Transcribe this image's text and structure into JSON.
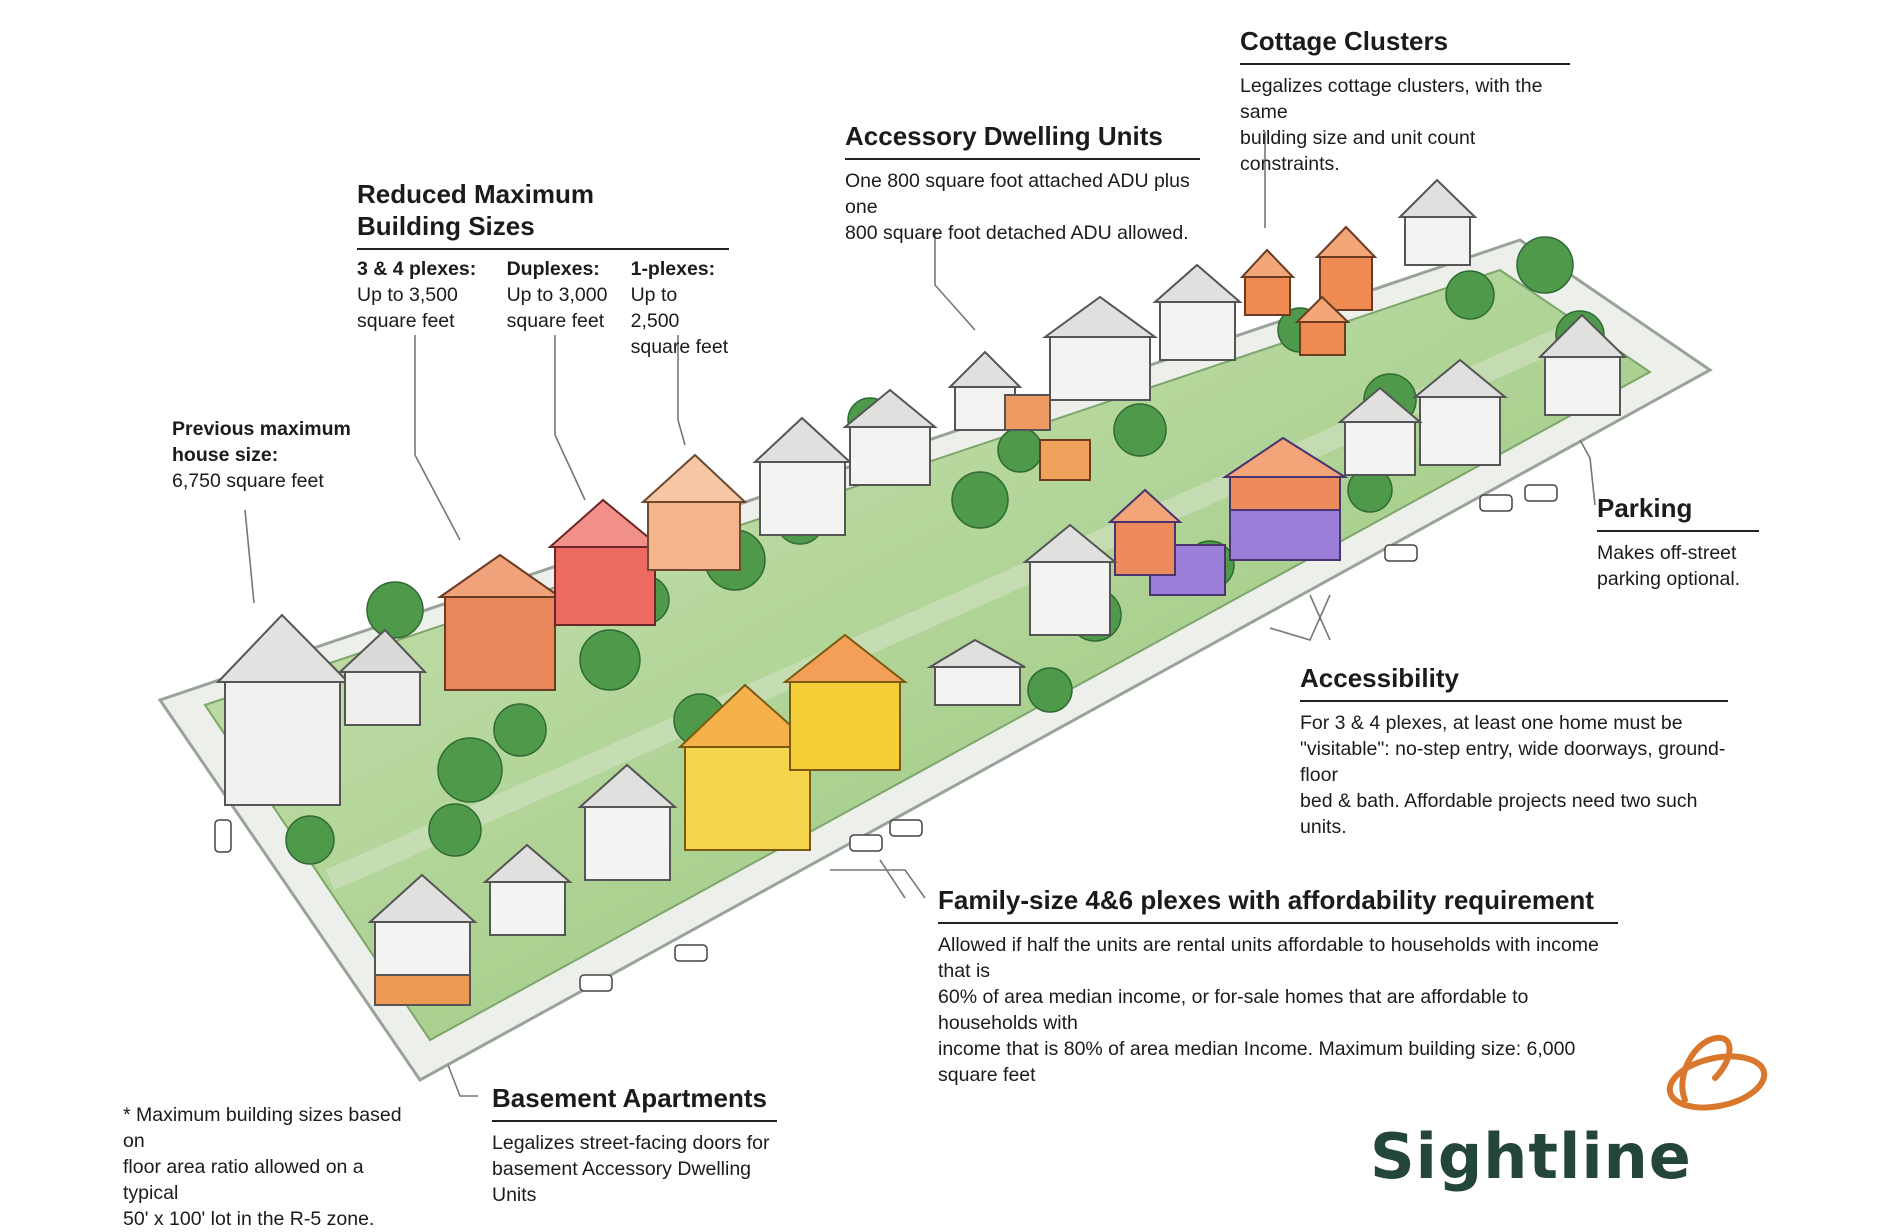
{
  "colors": {
    "accent_orange": "#d9782d",
    "logo_green": "#24453a",
    "grass": "#9cc783",
    "street": "#e9ece7",
    "tree": "#4f9a4a"
  },
  "labels": {
    "cottage": {
      "title": "Cottage Clusters",
      "lines": [
        "Legalizes cottage clusters, with the same",
        "building size and unit count constraints."
      ]
    },
    "adu": {
      "title": "Accessory Dwelling Units",
      "lines": [
        "One 800 square foot attached ADU plus one",
        "800 square foot detached ADU allowed."
      ]
    },
    "reduced": {
      "title_lines": [
        "Reduced Maximum",
        "Building Sizes"
      ],
      "columns": [
        {
          "head": "3 & 4 plexes:",
          "lines": [
            "Up to 3,500",
            "square feet"
          ]
        },
        {
          "head": "Duplexes:",
          "lines": [
            "Up to 3,000",
            "square feet"
          ]
        },
        {
          "head": "1-plexes:",
          "lines": [
            "Up to 2,500",
            "square feet"
          ]
        }
      ]
    },
    "previous": {
      "bold_lines": [
        "Previous maximum",
        "house size:"
      ],
      "line": "6,750 square feet"
    },
    "parking": {
      "title": "Parking",
      "lines": [
        "Makes off-street",
        "parking optional."
      ]
    },
    "accessibility": {
      "title": "Accessibility",
      "lines": [
        "For 3 & 4 plexes, at least one home must be",
        "\"visitable\": no-step entry, wide doorways, ground-floor",
        "bed & bath. Affordable projects need two such units."
      ]
    },
    "family": {
      "title": "Family-size 4&6 plexes with affordability requirement",
      "lines": [
        "Allowed if half the units are rental units affordable to households with income that is",
        "60% of area median income, or for-sale homes that are affordable to households with",
        "income that is 80% of area median Income.  Maximum building size: 6,000 square feet"
      ]
    },
    "basement": {
      "title": "Basement Apartments",
      "lines": [
        "Legalizes street-facing doors for",
        "basement Accessory Dwelling Units"
      ]
    },
    "footnote": {
      "lines": [
        "* Maximum building sizes based on",
        "floor area ratio allowed on a typical",
        "50' x 100' lot in the R-5 zone."
      ]
    }
  },
  "logo": {
    "wordmark": "Sightline",
    "icon": "orbit-swirl-icon"
  }
}
